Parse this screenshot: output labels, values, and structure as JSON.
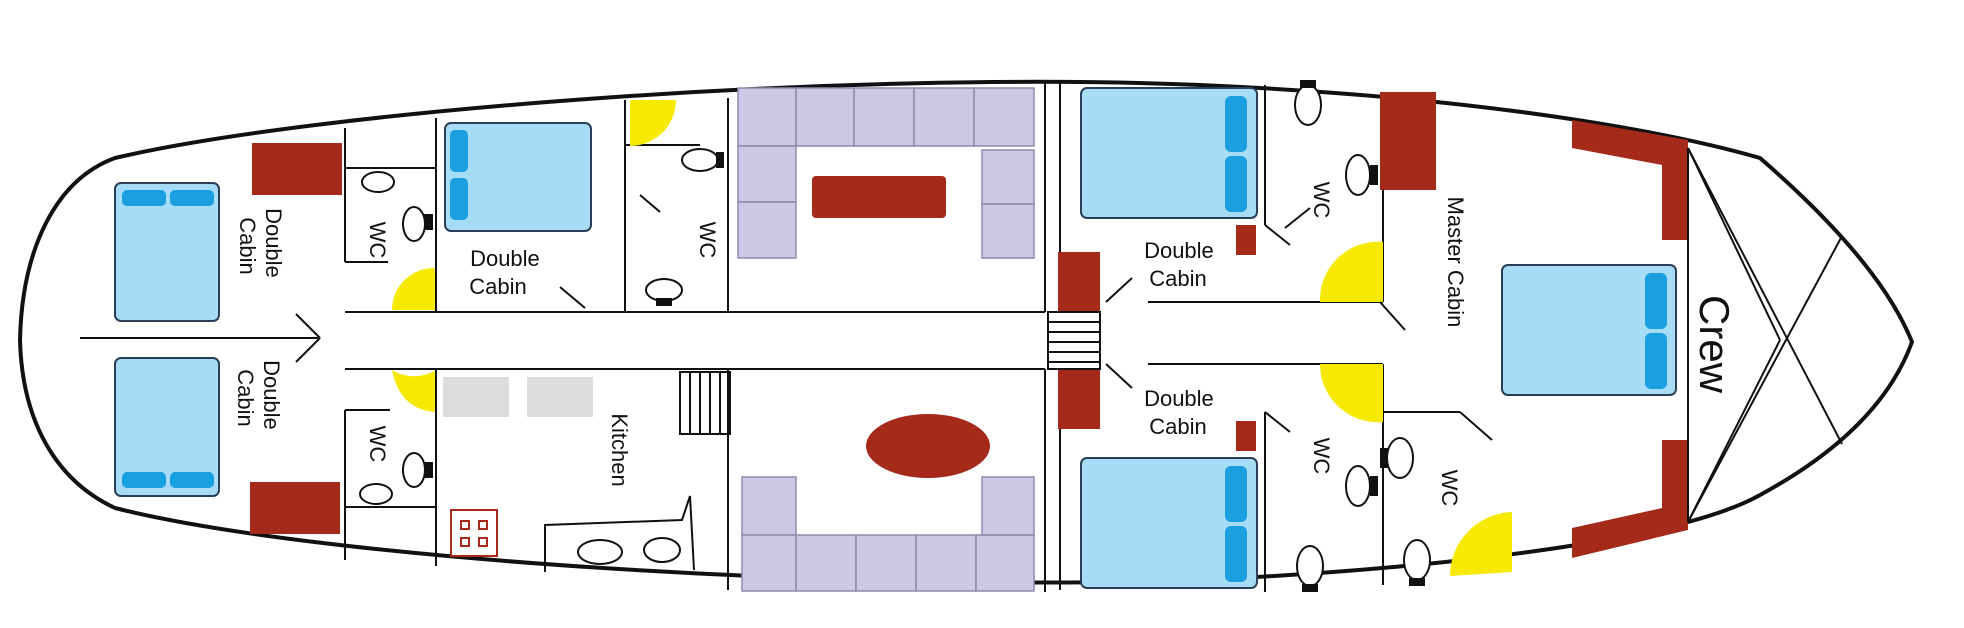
{
  "labels": {
    "double_cabin": "Double Cabin",
    "double_cabin_word1": "Double",
    "double_cabin_word2": "Cabin",
    "wc": "WC",
    "kitchen": "Kitchen",
    "master_cabin": "Master Cabin",
    "crew": "Crew"
  },
  "colors": {
    "hull_stroke": "#111111",
    "bed": "#a7dcf7",
    "pillow": "#1a9fe0",
    "furniture_brown": "#a52a1a",
    "seating": "#ccc9e6",
    "light": "#f7ea00",
    "counter_grey": "#dcdcdc"
  }
}
